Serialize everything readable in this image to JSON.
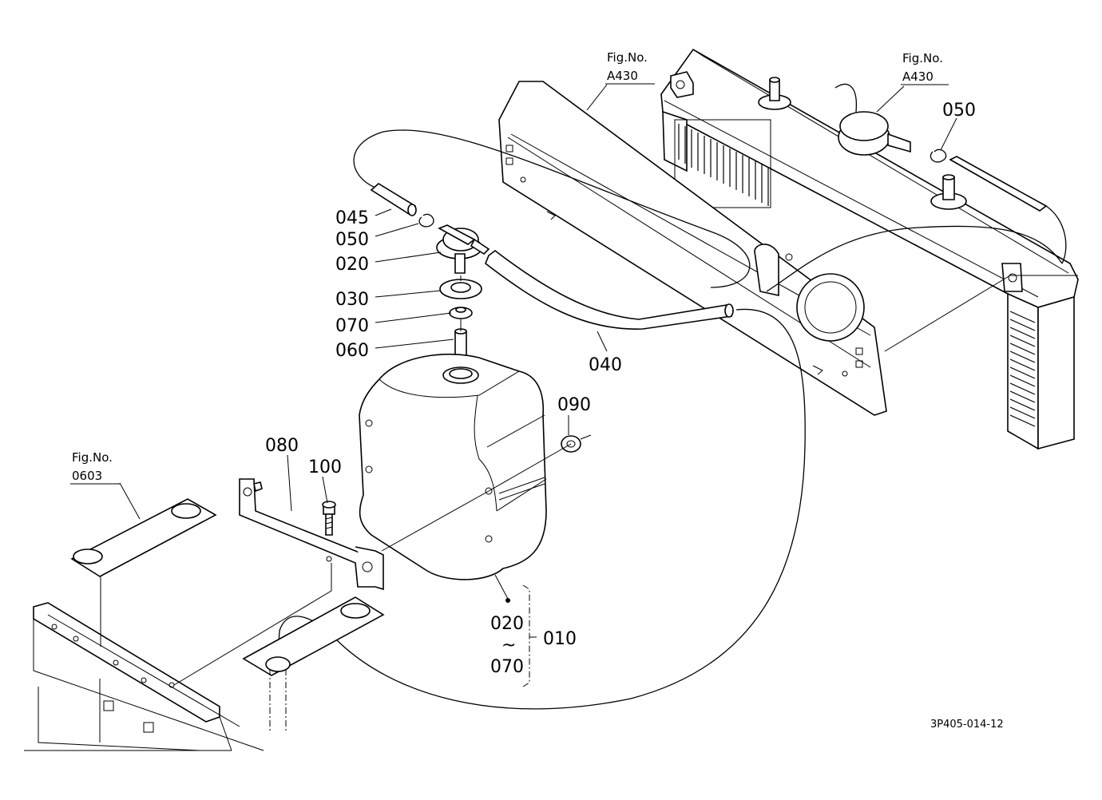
{
  "figure_refs": {
    "radiator": {
      "prefix": "Fig.No.",
      "code": "A430"
    },
    "cap": {
      "prefix": "Fig.No.",
      "code": "A430"
    },
    "frame": {
      "prefix": "Fig.No.",
      "code": "0603"
    }
  },
  "part_labels": {
    "p045": "045",
    "p050_left": "050",
    "p050_right": "050",
    "p020": "020",
    "p030": "030",
    "p070": "070",
    "p060": "060",
    "p040": "040",
    "p090": "090",
    "p080": "080",
    "p100": "100"
  },
  "assembly_range": {
    "from": "020",
    "tilde": "~",
    "to": "070",
    "assembly": "010"
  },
  "drawing_code": "3P405-014-12"
}
